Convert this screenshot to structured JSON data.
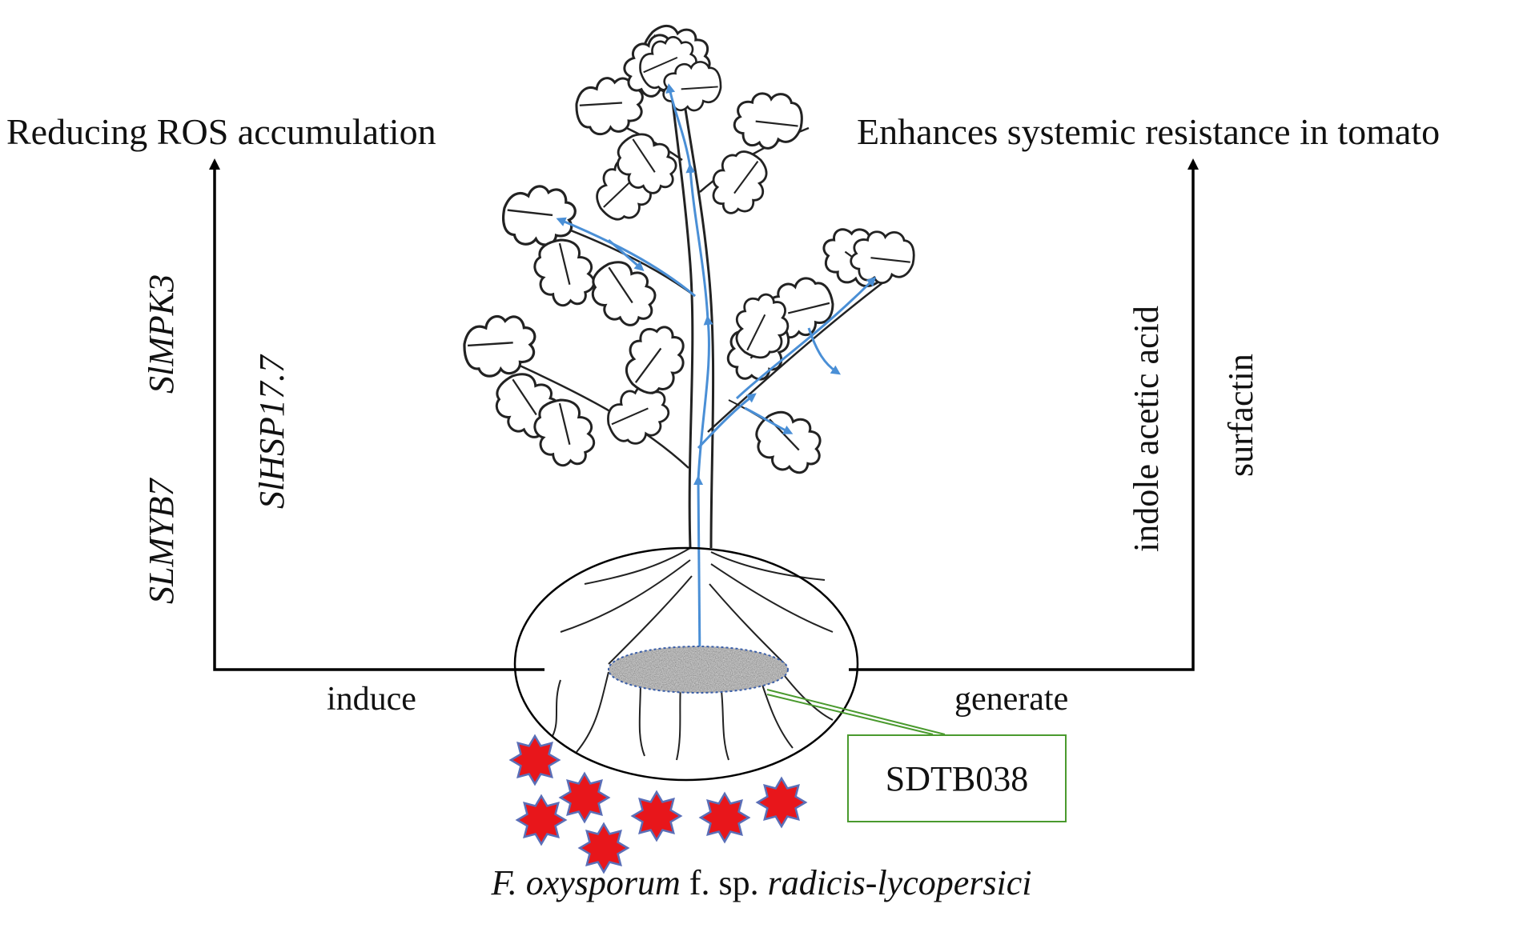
{
  "left_outcome": "Reducing ROS accumulation",
  "right_outcome": "Enhances systemic resistance in tomato",
  "genes": [
    "SLMYB7",
    "SlMPK3",
    "SlHSP17.7"
  ],
  "products": [
    "indole acetic acid",
    "surfactin"
  ],
  "left_verb": "induce",
  "right_verb": "generate",
  "strain_label": "SDTB038",
  "pathogen": {
    "genus": "F. oxysporum",
    "forma": "f. sp.",
    "epithet": "radicis-lycopersici"
  },
  "colors": {
    "arrow_line": "#000000",
    "sap_flow": "#4a8fd6",
    "pathogen_fill": "#e8161b",
    "pathogen_outline": "#5a6fb8",
    "strain_box": "#4a9a2e"
  },
  "icons": [
    "tomato-plant-icon",
    "fungal-pathogen-icon",
    "bacterial-colony-icon"
  ]
}
